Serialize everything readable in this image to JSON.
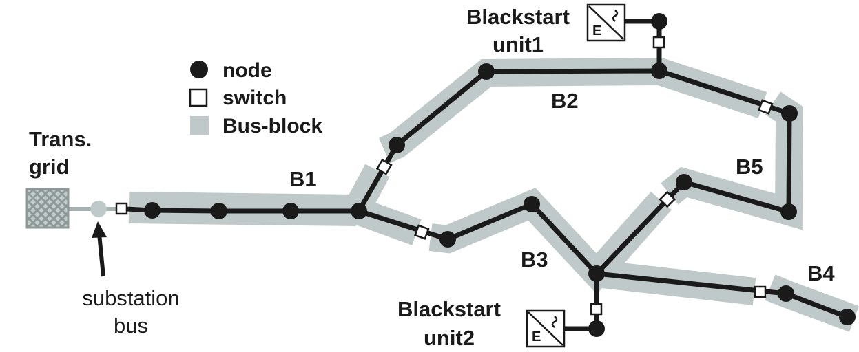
{
  "legend": {
    "node_label": "node",
    "switch_label": "switch",
    "bus_block_label": "Bus-block"
  },
  "labels": {
    "trans_grid_line1": "Trans.",
    "trans_grid_line2": "grid",
    "substation_line1": "substation",
    "substation_line2": "bus",
    "blackstart1_line1": "Blackstart",
    "blackstart1_line2": "unit1",
    "blackstart2_line1": "Blackstart",
    "blackstart2_line2": "unit2"
  },
  "blocks": [
    {
      "id": "b1",
      "label": "B1"
    },
    {
      "id": "b2",
      "label": "B2"
    },
    {
      "id": "b3",
      "label": "B3"
    },
    {
      "id": "b4",
      "label": "B4"
    },
    {
      "id": "b5",
      "label": "B5"
    }
  ],
  "colors": {
    "line": "#1a1a1a",
    "bus_block": "#bfc9c9",
    "grid_fill": "#aab3b3",
    "text": "#1a1a1a"
  },
  "icons": {
    "generator": "generator-icon",
    "transmission_grid": "transmission-grid-icon",
    "arrow": "arrow-up-icon"
  }
}
